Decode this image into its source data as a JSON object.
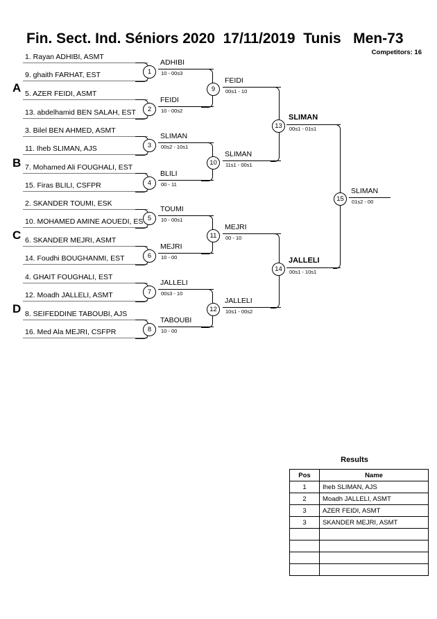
{
  "header": {
    "title": "Fin. Sect. Ind. Séniors 2020  17/11/2019  Tunis   Men-73",
    "competitors": "Competitors: 16"
  },
  "groups": [
    {
      "letter": "A"
    },
    {
      "letter": "B"
    },
    {
      "letter": "C"
    },
    {
      "letter": "D"
    }
  ],
  "entries": [
    {
      "label": "1. Rayan ADHIBI, ASMT"
    },
    {
      "label": "9. ghaith FARHAT, EST"
    },
    {
      "label": "5. AZER FEIDI, ASMT"
    },
    {
      "label": "13. abdelhamid BEN SALAH, EST"
    },
    {
      "label": "3. Bilel BEN AHMED, ASMT"
    },
    {
      "label": "11. Iheb SLIMAN, AJS"
    },
    {
      "label": "7. Mohamed Ali FOUGHALI, EST"
    },
    {
      "label": "15. Firas BLILI, CSFPR"
    },
    {
      "label": "2. SKANDER TOUMI, ESK"
    },
    {
      "label": "10. MOHAMED AMINE AOUEDI, EST"
    },
    {
      "label": "6. SKANDER MEJRI, ASMT"
    },
    {
      "label": "14. Foudhi BOUGHANMI, EST"
    },
    {
      "label": "4. GHAIT FOUGHALI, EST"
    },
    {
      "label": "12. Moadh JALLELI, ASMT"
    },
    {
      "label": "8. SEIFEDDINE TABOUBI, AJS"
    },
    {
      "label": "16. Med Ala MEJRI, CSFPR"
    }
  ],
  "bouts": [
    {
      "num": "1",
      "winner": "ADHIBI",
      "score": "10 - 00s3"
    },
    {
      "num": "2",
      "winner": "FEIDI",
      "score": "10 - 00s2"
    },
    {
      "num": "3",
      "winner": "SLIMAN",
      "score": "00s2 - 10s1"
    },
    {
      "num": "4",
      "winner": "BLILI",
      "score": "00 - 11"
    },
    {
      "num": "5",
      "winner": "TOUMI",
      "score": "10 - 00s1"
    },
    {
      "num": "6",
      "winner": "MEJRI",
      "score": "10 - 00"
    },
    {
      "num": "7",
      "winner": "JALLELI",
      "score": "00s3 - 10"
    },
    {
      "num": "8",
      "winner": "TABOUBI",
      "score": "10 - 00"
    },
    {
      "num": "9",
      "winner": "FEIDI",
      "score": "00s1 - 10"
    },
    {
      "num": "10",
      "winner": "SLIMAN",
      "score": "11s1 - 00s1"
    },
    {
      "num": "11",
      "winner": "MEJRI",
      "score": "00 - 10"
    },
    {
      "num": "12",
      "winner": "JALLELI",
      "score": "10s1 - 00s2"
    },
    {
      "num": "13",
      "winner": "SLIMAN",
      "score": "00s1 - 01s1"
    },
    {
      "num": "14",
      "winner": "JALLELI",
      "score": "00s1 - 10s1"
    },
    {
      "num": "15",
      "winner": "SLIMAN",
      "score": "01s2 - 00"
    }
  ],
  "results": {
    "title": "Results",
    "columns": [
      "Pos",
      "Name"
    ],
    "rows": [
      {
        "pos": "1",
        "name": "Iheb SLIMAN, AJS"
      },
      {
        "pos": "2",
        "name": "Moadh JALLELI, ASMT"
      },
      {
        "pos": "3",
        "name": "AZER FEIDI, ASMT"
      },
      {
        "pos": "3",
        "name": "SKANDER MEJRI, ASMT"
      },
      {
        "pos": "",
        "name": ""
      },
      {
        "pos": "",
        "name": ""
      },
      {
        "pos": "",
        "name": ""
      },
      {
        "pos": "",
        "name": ""
      }
    ]
  }
}
